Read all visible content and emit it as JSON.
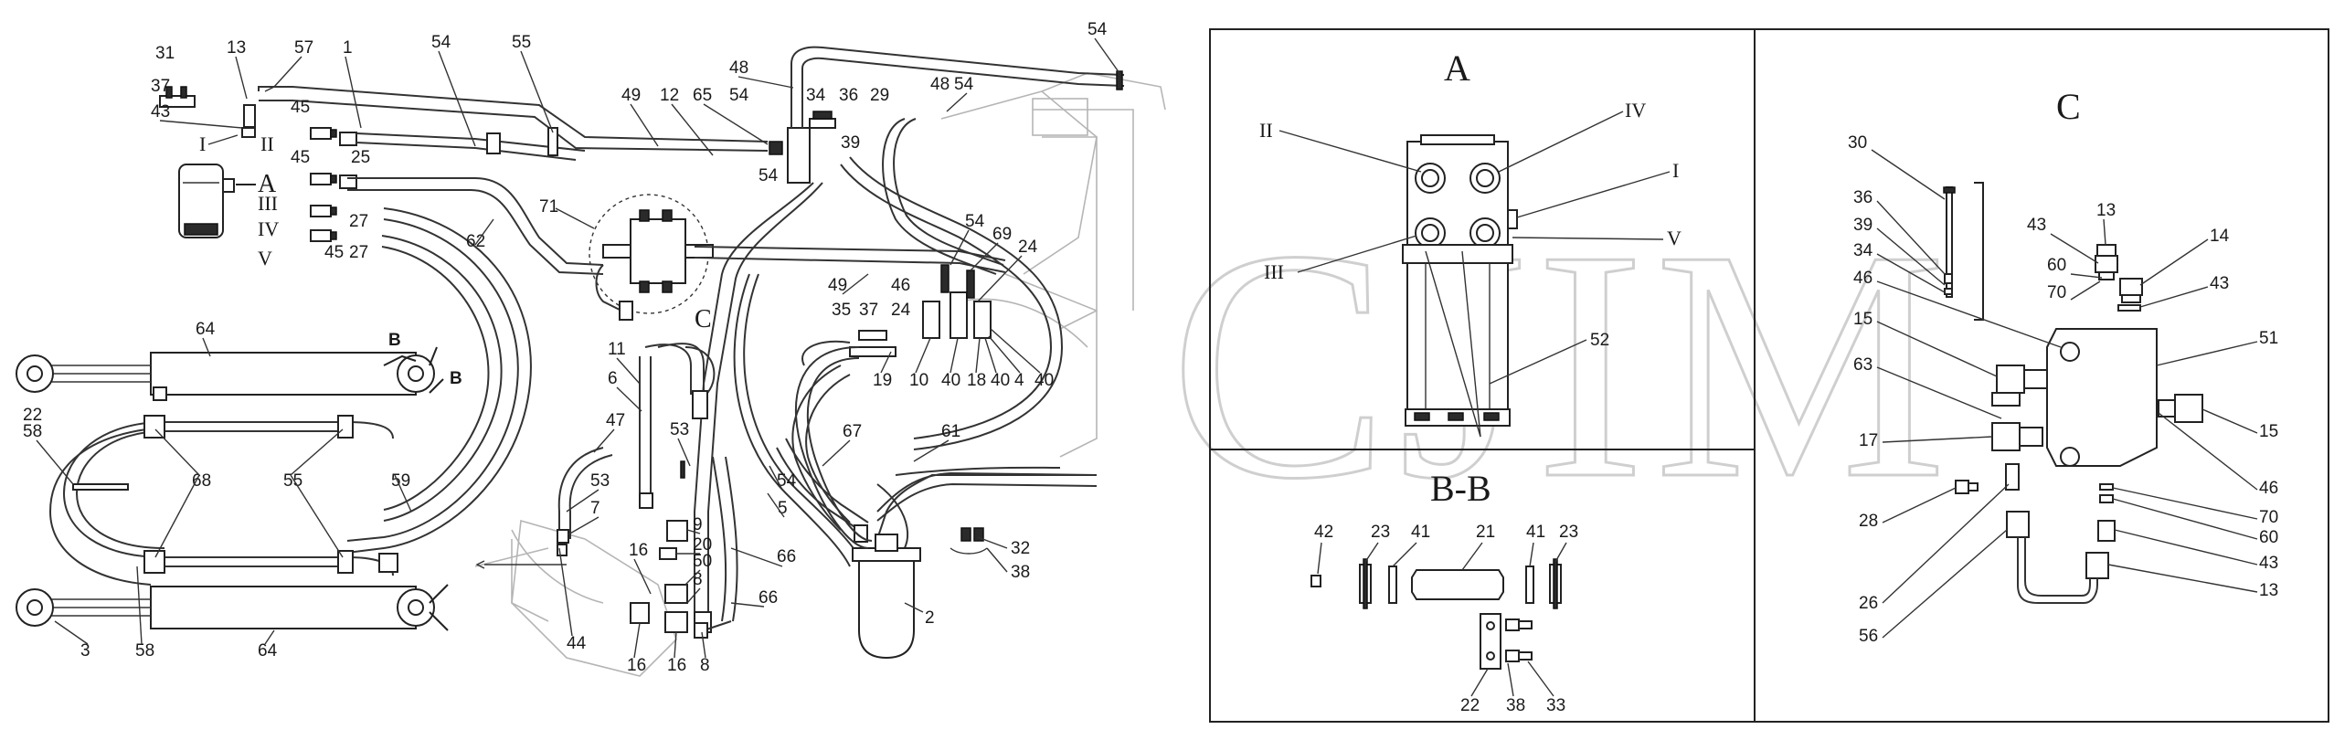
{
  "watermark": "CJIM",
  "views": {
    "view_a": "A",
    "view_c": "C",
    "section_bb": "B-B"
  },
  "main_callouts": {
    "a_marker": "A",
    "c_marker": "C",
    "b_marker_top": "B",
    "b_marker_side": "B"
  },
  "main_labels": {
    "p31": "31",
    "p13": "13",
    "p57": "57",
    "p1": "1",
    "p54a": "54",
    "p55": "55",
    "p37": "37",
    "p43": "43",
    "p45a": "45",
    "pI": "I",
    "pII": "II",
    "p25": "25",
    "p45b": "45",
    "pIII": "III",
    "p27a": "27",
    "pIV": "IV",
    "pV": "V",
    "p45c": "45",
    "p27b": "27",
    "p62": "62",
    "p71": "71",
    "p49a": "49",
    "p12": "12",
    "p65": "65",
    "p48a": "48",
    "p54b": "54",
    "p34": "34",
    "p36": "36",
    "p29": "29",
    "p39": "39",
    "p54c": "54",
    "p48b": "48",
    "p54d": "54",
    "p54e": "54",
    "p49b": "49",
    "p54f": "54",
    "p69": "69",
    "p24a": "24",
    "p46": "46",
    "p24b": "24",
    "p35": "35",
    "p37b": "37",
    "p19": "19",
    "p10": "10",
    "p40a": "40",
    "p18": "18",
    "p40b": "40",
    "p4": "4",
    "p40c": "40",
    "p64a": "64",
    "p22": "22",
    "p58a": "58",
    "p68": "68",
    "p55b": "55",
    "p59": "59",
    "p3": "3",
    "p58b": "58",
    "p64b": "64",
    "p11": "11",
    "p6": "6",
    "p47": "47",
    "p53a": "53",
    "p53b": "53",
    "p7": "7",
    "p67": "67",
    "p61": "61",
    "p54g": "54",
    "p5": "5",
    "p9": "9",
    "p20": "20",
    "p50": "50",
    "p16a": "16",
    "p8a": "8",
    "p66a": "66",
    "p66b": "66",
    "p16b": "16",
    "p16c": "16",
    "p8b": "8",
    "p44": "44",
    "p32": "32",
    "p38": "38",
    "p2": "2"
  },
  "view_a_labels": {
    "port_ii": "II",
    "port_iv": "IV",
    "port_i": "I",
    "port_iii": "III",
    "port_v": "V",
    "p52": "52"
  },
  "section_bb_labels": {
    "p42": "42",
    "p23a": "23",
    "p41a": "41",
    "p21": "21",
    "p41b": "41",
    "p23b": "23",
    "p22": "22",
    "p38": "38",
    "p33": "33"
  },
  "view_c_labels": {
    "p30": "30",
    "p36": "36",
    "p39": "39",
    "p34": "34",
    "p46a": "46",
    "p15a": "15",
    "p63": "63",
    "p17": "17",
    "p28": "28",
    "p26": "26",
    "p56": "56",
    "p13a": "13",
    "p43a": "43",
    "p60a": "60",
    "p70a": "70",
    "p14": "14",
    "p43b": "43",
    "p51": "51",
    "p15b": "15",
    "p46b": "46",
    "p70b": "70",
    "p60b": "60",
    "p43c": "43",
    "p13b": "13"
  }
}
